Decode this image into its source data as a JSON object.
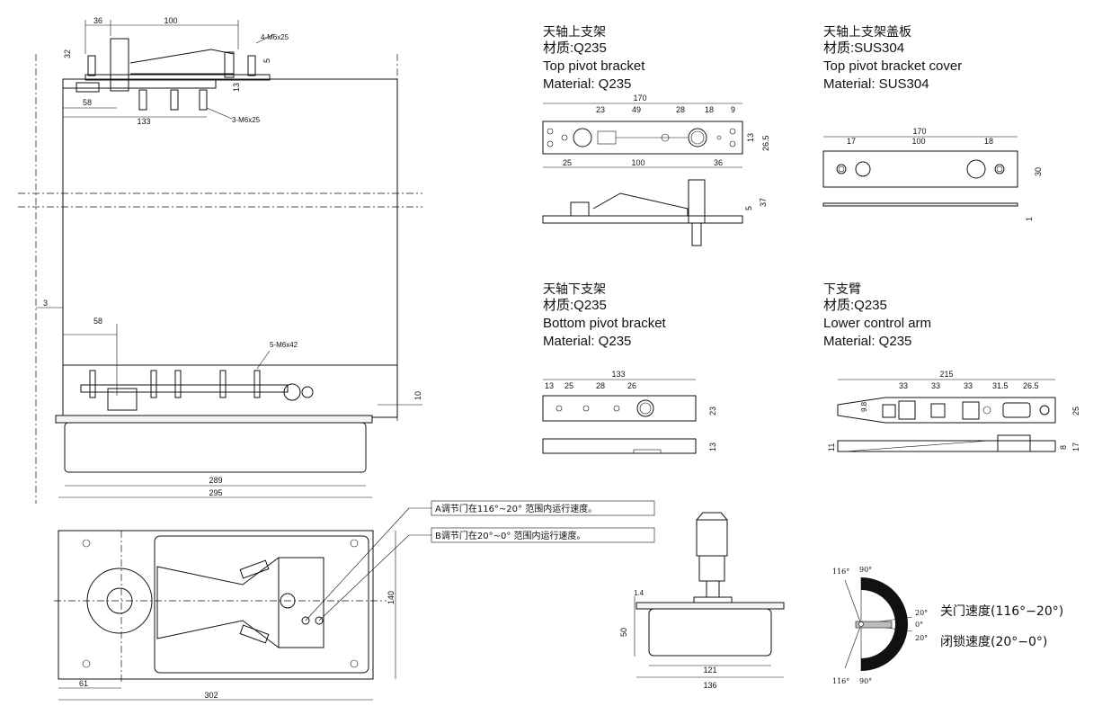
{
  "main_view": {
    "dims": {
      "d36": "36",
      "d100": "100",
      "d32": "32",
      "d5": "5",
      "d13": "13",
      "d58": "58",
      "d133": "133",
      "d3": "3",
      "d58b": "58",
      "d10": "10",
      "d289": "289",
      "d295": "295",
      "d140": "140",
      "d61": "61",
      "d302": "302"
    },
    "callouts": {
      "screws_top": "4-M6x25",
      "screws_mid": "3-M6x25",
      "screws_bottom": "5-M6x42"
    },
    "notes": {
      "a": "A调节门在116°~20° 范围内运行速度。",
      "b": "B调节门在20°~0° 范围内运行速度。"
    }
  },
  "parts": [
    {
      "cn": "天轴上支架",
      "material_cn": "材质:Q235",
      "en": "Top pivot bracket",
      "material_en": "Material: Q235",
      "dims": [
        "170",
        "23",
        "49",
        "28",
        "18",
        "9",
        "13",
        "26.5",
        "25",
        "100",
        "36",
        "5",
        "37"
      ]
    },
    {
      "cn": "天轴上支架盖板",
      "material_cn": "材质:SUS304",
      "en": "Top pivot bracket cover",
      "material_en": "Material: SUS304",
      "dims": [
        "170",
        "17",
        "100",
        "18",
        "30",
        "1"
      ]
    },
    {
      "cn": "天轴下支架",
      "material_cn": "材质:Q235",
      "en": "Bottom pivot bracket",
      "material_en": "Material: Q235",
      "dims": [
        "133",
        "13",
        "25",
        "28",
        "26",
        "23",
        "13"
      ]
    },
    {
      "cn": "下支臂",
      "material_cn": "材质:Q235",
      "en": "Lower control arm",
      "material_en": "Material: Q235",
      "dims": [
        "215",
        "33",
        "33",
        "33",
        "31.5",
        "26.5",
        "9.8",
        "25",
        "11",
        "17",
        "8"
      ]
    }
  ],
  "side_view": {
    "dims": {
      "d1_4": "1.4",
      "d50": "50",
      "d121": "121",
      "d136": "136"
    }
  },
  "speed_diagram": {
    "angles": [
      "116°",
      "90°",
      "20°",
      "0°",
      "20°",
      "116°",
      "90°"
    ],
    "closing_speed": "关门速度(116°−20°)",
    "latch_speed": "闭锁速度(20°−0°)"
  }
}
